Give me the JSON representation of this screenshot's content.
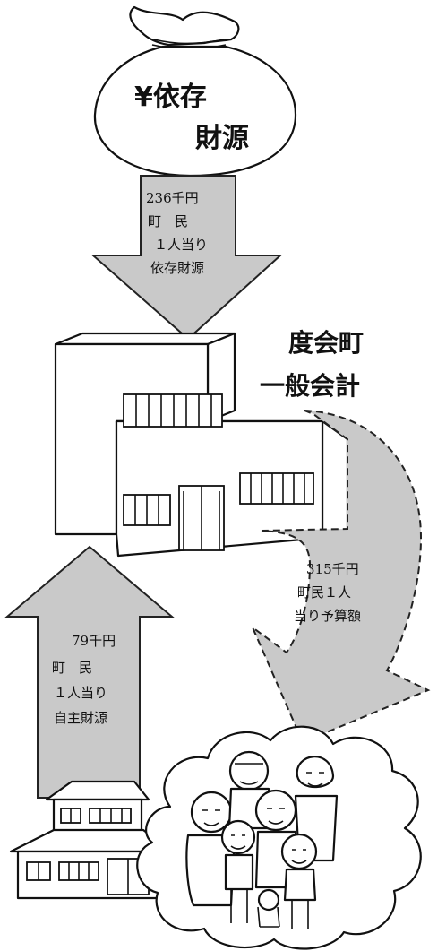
{
  "bag": {
    "line1": "¥依存",
    "line2": "財源"
  },
  "town": {
    "line1": "度会町",
    "line2": "一般会計"
  },
  "dependent_arrow": {
    "amount": "236千円",
    "l1": "町　民",
    "l2": "１人当り",
    "l3": "依存財源"
  },
  "budget_arrow": {
    "amount": "315千円",
    "l1": "町民１人",
    "l2": "当り予算額"
  },
  "own_arrow": {
    "amount": "79千円",
    "l1": "町　民",
    "l2": "１人当り",
    "l3": "自主財源"
  },
  "colors": {
    "arrow_fill": "#c9c9c9",
    "line": "#111111",
    "background": "#ffffff"
  }
}
